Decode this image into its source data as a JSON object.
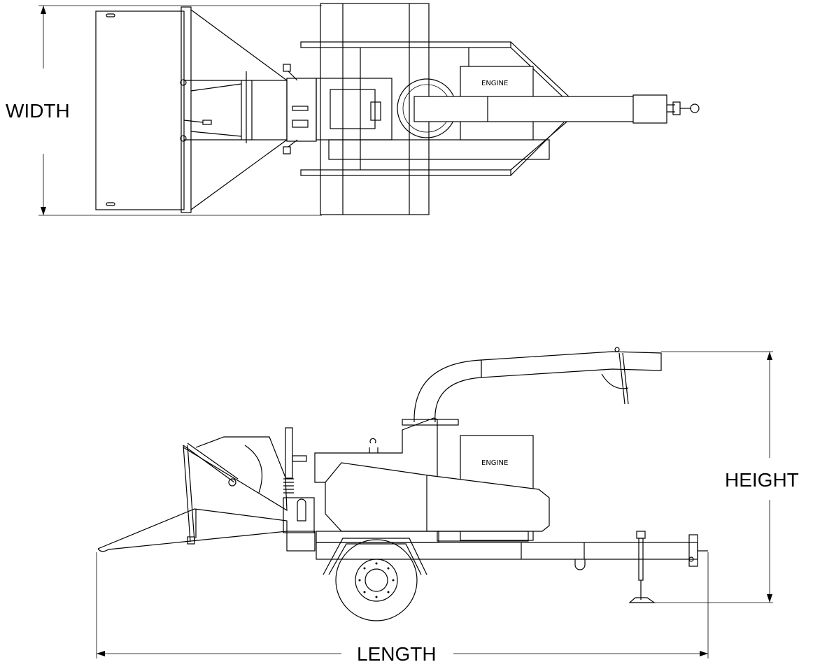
{
  "dimensions": {
    "width_label": "WIDTH",
    "height_label": "HEIGHT",
    "length_label": "LENGTH"
  },
  "components": {
    "engine_label_top": "ENGINE",
    "engine_label_side": "ENGINE"
  }
}
